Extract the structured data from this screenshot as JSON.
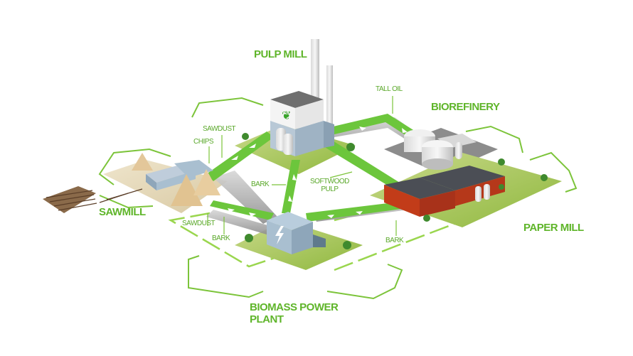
{
  "facilities": {
    "pulp_mill": "PULP MILL",
    "biorefinery": "BIOREFINERY",
    "sawmill": "SAWMILL",
    "paper_mill": "PAPER MILL",
    "biomass_line1": "BIOMASS POWER",
    "biomass_line2": "PLANT"
  },
  "flows": {
    "tall_oil": "TALL OIL",
    "sawdust_top": "SAWDUST",
    "chips": "CHIPS",
    "bark_mid": "BARK",
    "softwood_line1": "SOFTWOOD",
    "softwood_line2": "PULP",
    "sawdust_bottom": "SAWDUST",
    "bark_left": "BARK",
    "bark_right": "BARK"
  },
  "icons": {
    "pulp_mill_logo": "lion-emblem-icon",
    "power_plant": "lightning-bolt-icon"
  },
  "colors": {
    "label_green": "#5fb52a",
    "arrow_green": "#6cc63c",
    "outline_green": "#7cc43a",
    "grass": "#a8c95a",
    "sand": "#e8dcc0",
    "paper_mill_red": "#d2441e",
    "building_blue": "#a9bfd0"
  }
}
